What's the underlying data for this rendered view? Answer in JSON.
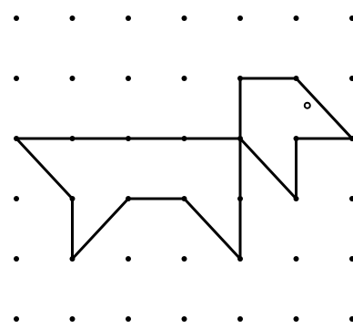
{
  "figure": {
    "grid": {
      "columns": 7,
      "rows": 6
    },
    "colors": {
      "background": "#ffffff",
      "ink": "#000000"
    },
    "shape": {
      "description_label": "",
      "outline_vertices": [
        [
          0,
          2
        ],
        [
          1,
          2
        ],
        [
          2,
          2
        ],
        [
          3,
          2
        ],
        [
          4,
          2
        ],
        [
          5,
          3
        ],
        [
          5,
          2
        ],
        [
          6,
          2
        ],
        [
          5,
          1
        ],
        [
          4,
          1
        ],
        [
          4,
          4
        ],
        [
          3,
          3
        ],
        [
          2,
          3
        ],
        [
          1,
          4
        ],
        [
          1,
          3
        ]
      ],
      "eye": {
        "col": 5.2,
        "row": 1.45
      }
    }
  }
}
